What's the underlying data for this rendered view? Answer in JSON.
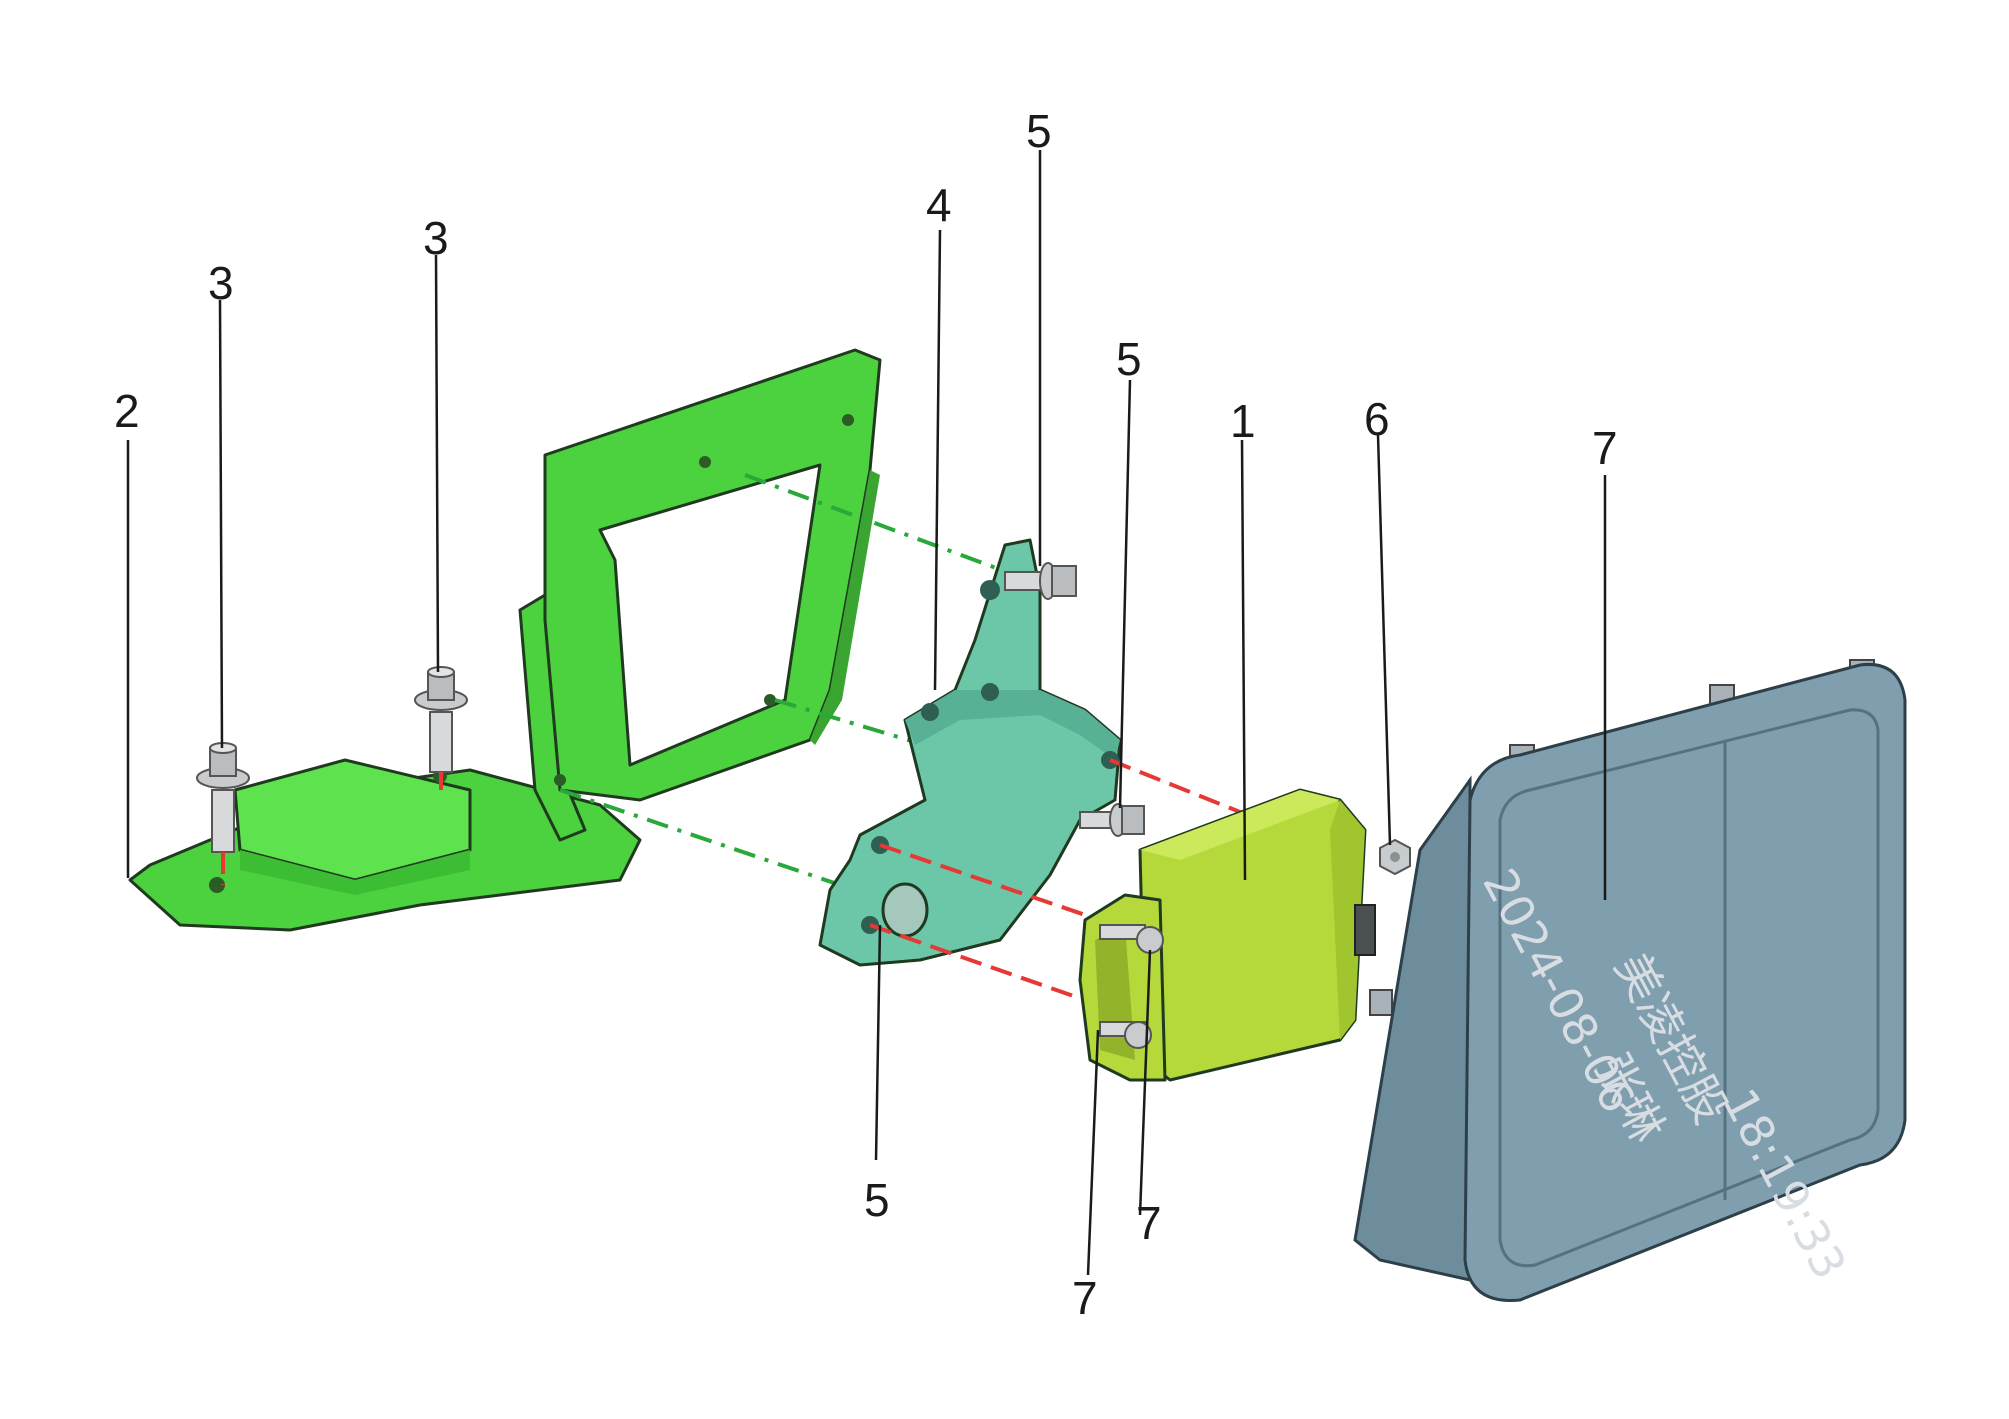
{
  "diagram": {
    "callouts": [
      "2",
      "3",
      "3",
      "4",
      "5",
      "5",
      "1",
      "6",
      "7",
      "5",
      "7",
      "7"
    ],
    "watermark": {
      "company": "美凌控股",
      "date": "2024-08-06",
      "name": "张琳",
      "time": "18:19:33"
    },
    "colors": {
      "bracket_green": "#4cd13f",
      "mount_plate_teal": "#6cc7a8",
      "radar_yellow": "#b5d93a",
      "cover_blue": "#7f9eae",
      "bolt_grey": "#c9ccce",
      "green_guide": "#2aa83a",
      "red_guide": "#e53935"
    }
  }
}
